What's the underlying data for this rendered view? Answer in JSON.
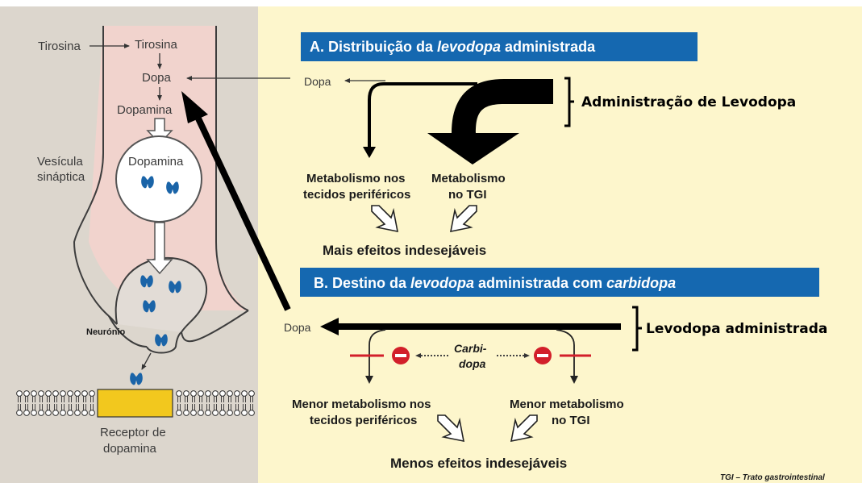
{
  "left": {
    "tyrosine_outside": "Tirosina",
    "tyrosine_inside": "Tirosina",
    "dopa": "Dopa",
    "dopamine": "Dopamina",
    "vesicle_label_1": "Vesícula",
    "vesicle_label_2": "sináptica",
    "vesicle_content": "Dopamina",
    "neuron": "Neurónio",
    "receptor_1": "Receptor de",
    "receptor_2": "dopamina"
  },
  "panel_a": {
    "title_pre": "A. Distribuição da ",
    "title_em": "levodopa",
    "title_post": " administrada",
    "dopa": "Dopa",
    "admin_label": "Administração de Levodopa",
    "periph_1": "Metabolismo nos",
    "periph_2": "tecidos periféricos",
    "gi_1": "Metabolismo",
    "gi_2": "no TGI",
    "effects": "Mais efeitos indesejáveis"
  },
  "panel_b": {
    "title_pre": "B. Destino da ",
    "title_em": "levodopa",
    "title_mid": " administrada com ",
    "title_em2": "carbidopa",
    "dopa": "Dopa",
    "admin_label": "Levodopa administrada",
    "carbidopa_1": "Carbi-",
    "carbidopa_2": "dopa",
    "periph_1": "Menor metabolismo nos",
    "periph_2": "tecidos periféricos",
    "gi_1": "Menor metabolismo",
    "gi_2": "no TGI",
    "effects": "Menos efeitos indesejáveis"
  },
  "footnote": "TGI – Trato gastrointestinal",
  "colors": {
    "left_bg": "#dcd6cd",
    "right_bg": "#fdf6cc",
    "neuron_fill": "#f1d3cd",
    "header_blue": "#1568b0",
    "receptor_yellow": "#f2c81e",
    "inhibit_red": "#d21f2a",
    "dopamine_blue": "#1a64a8"
  }
}
